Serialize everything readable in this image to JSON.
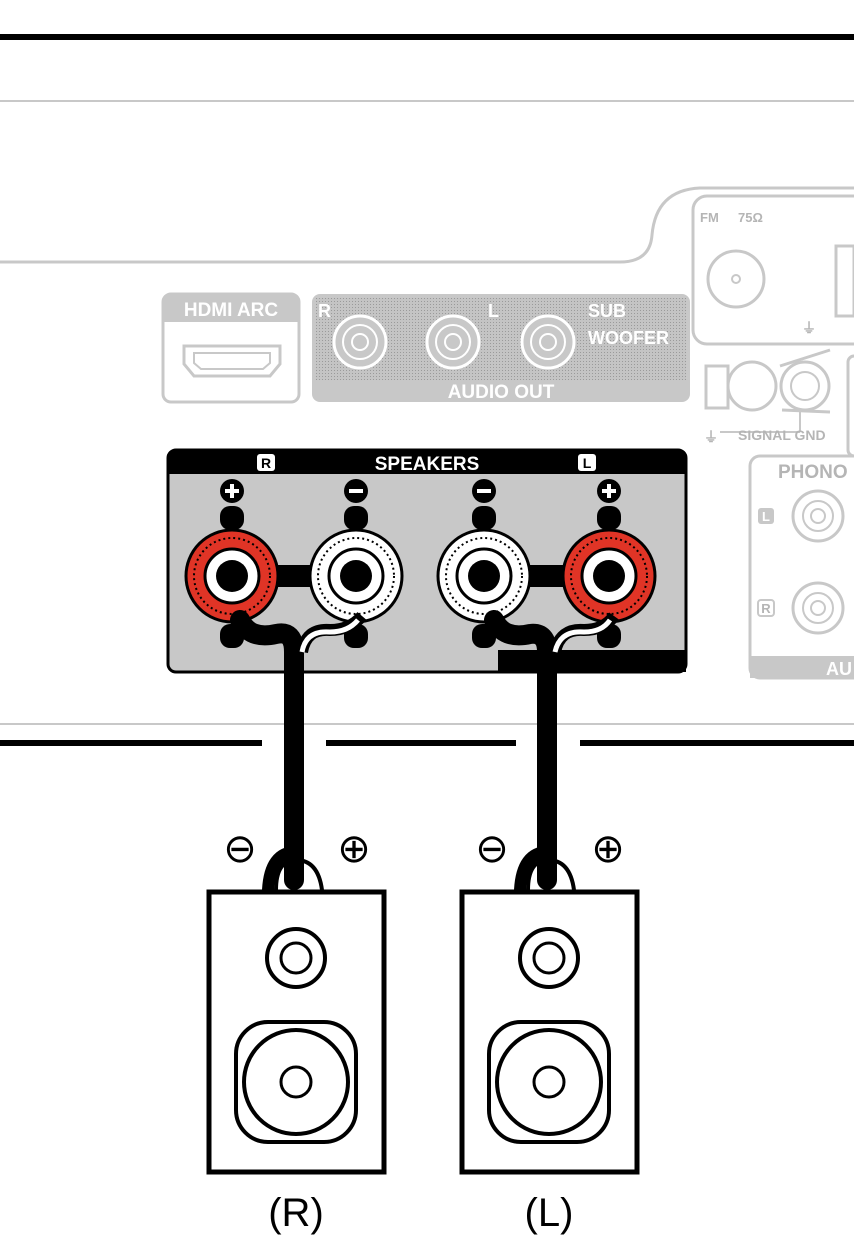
{
  "panel": {
    "hdmi_label": "HDMI ARC",
    "audio_out": {
      "r_label": "R",
      "l_label": "L",
      "sub_label_1": "SUB",
      "sub_label_2": "WOOFER",
      "title": "AUDIO OUT"
    },
    "tuner": {
      "fm_label": "FM",
      "ohm_label": "75Ω"
    },
    "signal_gnd_label": "SIGNAL GND",
    "phono": {
      "title": "PHONO",
      "l_label": "L",
      "r_label": "R",
      "bottom_label": "AU"
    },
    "speakers": {
      "title": "SPEAKERS",
      "r_badge": "R",
      "l_badge": "L"
    }
  },
  "speakers": {
    "right_caption": "(R)",
    "left_caption": "(L)",
    "minus_symbol": "⊖",
    "plus_symbol": "⊕"
  },
  "colors": {
    "terminal_red": "#e03426",
    "terminal_white": "#ffffff",
    "panel_gray": "#c8c8c8",
    "label_gray": "#b5b5b5",
    "line_black": "#000000"
  }
}
